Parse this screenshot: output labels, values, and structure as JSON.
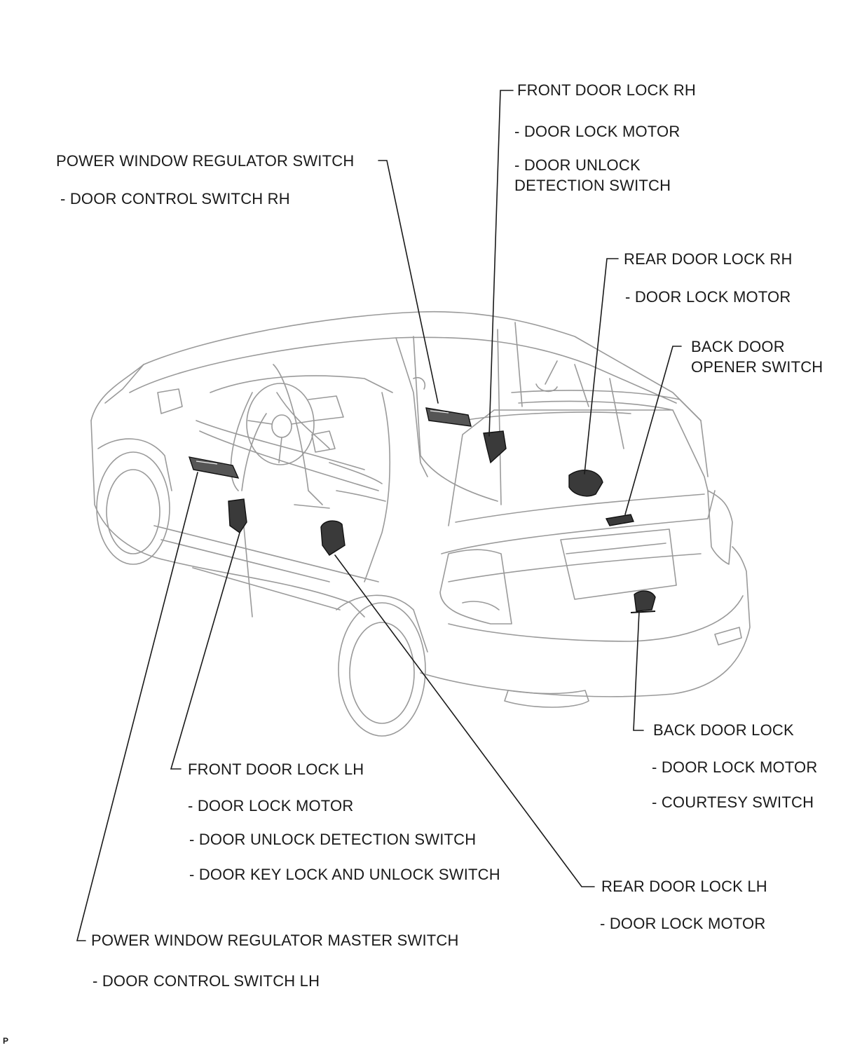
{
  "callouts": {
    "front_rh": {
      "title": "FRONT DOOR LOCK RH",
      "sub1": "- DOOR LOCK MOTOR",
      "sub2a": "- DOOR UNLOCK",
      "sub2b": "DETECTION SWITCH"
    },
    "pw_rh": {
      "title": "POWER WINDOW REGULATOR SWITCH",
      "sub1": "- DOOR CONTROL SWITCH RH"
    },
    "rear_rh": {
      "title": "REAR DOOR LOCK RH",
      "sub1": "- DOOR LOCK MOTOR"
    },
    "back_opener": {
      "title_a": "BACK DOOR",
      "title_b": "OPENER SWITCH"
    },
    "back_lock": {
      "title": "BACK DOOR LOCK",
      "sub1": "- DOOR LOCK MOTOR",
      "sub2": "- COURTESY SWITCH"
    },
    "front_lh": {
      "title": "FRONT DOOR LOCK LH",
      "sub1": "- DOOR LOCK MOTOR",
      "sub2": "- DOOR UNLOCK DETECTION SWITCH",
      "sub3": "- DOOR KEY LOCK AND UNLOCK SWITCH"
    },
    "rear_lh": {
      "title": "REAR DOOR LOCK LH",
      "sub1": "- DOOR LOCK MOTOR"
    },
    "pw_master": {
      "title": "POWER WINDOW REGULATOR MASTER SWITCH",
      "sub1": "- DOOR CONTROL SWITCH LH"
    }
  },
  "corner_mark": "P",
  "colors": {
    "line": "#1a1a1a",
    "body": "#9a9a9a",
    "text": "#1a1a1a"
  }
}
